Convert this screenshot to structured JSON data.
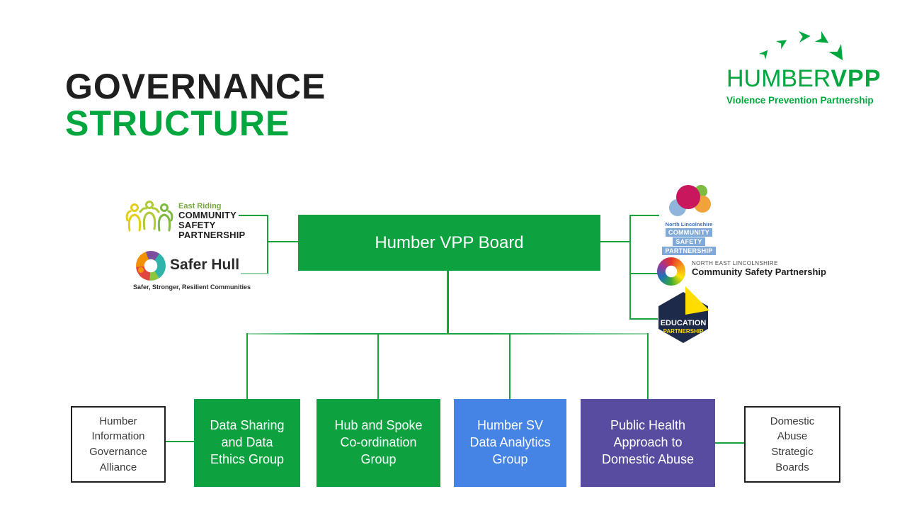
{
  "title": {
    "line1": "GOVERNANCE",
    "line2": "STRUCTURE"
  },
  "brand": {
    "wordmark_light": "HUMBER",
    "wordmark_bold": "VPP",
    "tagline": "Violence Prevention Partnership"
  },
  "board": {
    "label": "Humber VPP Board"
  },
  "left_partners": {
    "east_riding": {
      "region": "East Riding",
      "org_lines": "COMMUNITY\nSAFETY\nPARTNERSHIP"
    },
    "safer_hull": {
      "name": "Safer Hull",
      "tagline": "Safer, Stronger, Resilient Communities"
    }
  },
  "right_partners": {
    "north_lincolnshire": {
      "region": "North Lincolnshire",
      "bar1": "COMMUNITY",
      "bar2": "SAFETY",
      "bar3": "PARTNERSHIP"
    },
    "north_east_lincolnshire": {
      "region": "NORTH EAST LINCOLNSHIRE",
      "name": "Community Safety Partnership"
    },
    "education_partnership": {
      "line1": "EDUCATION",
      "line2": "PARTNERSHIP"
    }
  },
  "groups": [
    {
      "label": "Humber\nInformation\nGovernance\nAlliance",
      "variant": "outline"
    },
    {
      "label": "Data Sharing\nand Data\nEthics Group",
      "variant": "green"
    },
    {
      "label": "Hub and Spoke\nCo-ordination\nGroup",
      "variant": "green"
    },
    {
      "label": "Humber SV\nData Analytics\nGroup",
      "variant": "blue"
    },
    {
      "label": "Public Health\nApproach to\nDomestic Abuse",
      "variant": "purple"
    },
    {
      "label": "Domestic\nAbuse\nStrategic\nBoards",
      "variant": "outline"
    }
  ],
  "colors": {
    "brand_green": "#00A63E",
    "box_green": "#0DA23F",
    "box_blue": "#4584E4",
    "box_purple": "#584CA0",
    "line_green": "#17A23C",
    "line_light_green": "#96D7AB",
    "title_dark": "#1F1F1F",
    "education_navy": "#1E2A49",
    "education_yellow": "#FFDD00"
  }
}
